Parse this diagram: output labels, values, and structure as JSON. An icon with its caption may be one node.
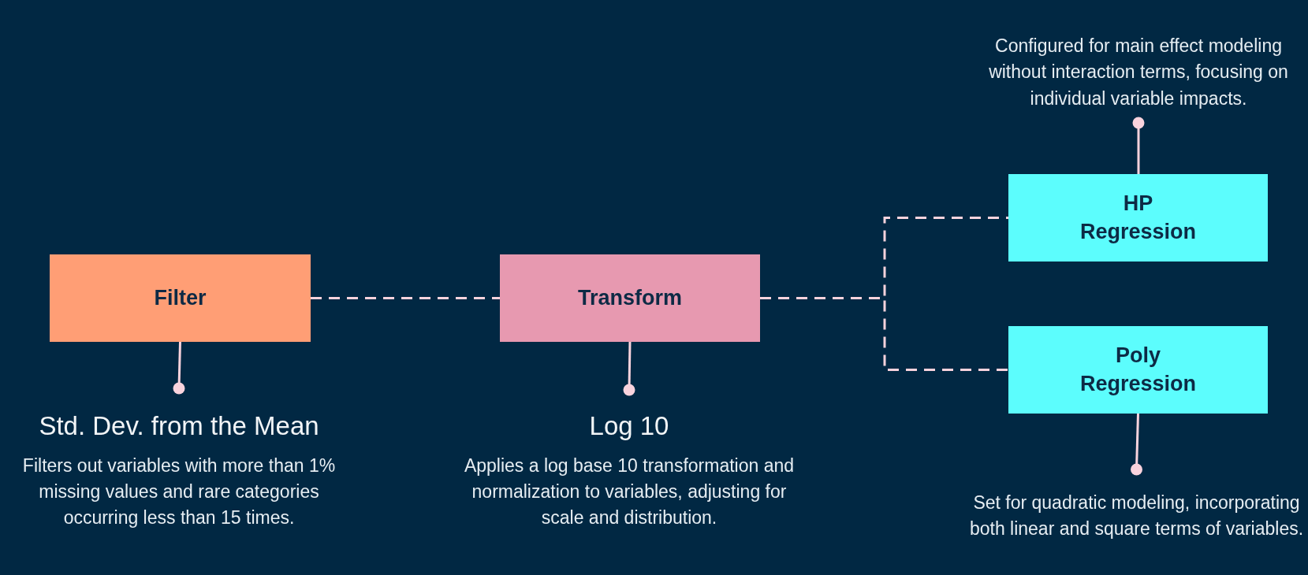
{
  "diagram": {
    "nodes": [
      {
        "text": [
          "Filter"
        ]
      },
      {
        "text": [
          "Transform"
        ]
      },
      {
        "text": [
          "HP Regression"
        ]
      },
      {
        "text": [
          "Poly Regression"
        ]
      },
      {
        "text": [
          "Std. Dev. from the Mean",
          "Filters out variables with more than 1% missing values and rare categories occurring less than 15 times."
        ]
      },
      {
        "text": [
          "Log 10",
          "Applies a log base 10 transformation and normalization to variables, adjusting for scale and distribution."
        ]
      },
      {
        "text": [
          "Configured for main effect modeling without interaction terms, focusing on individual variable impacts."
        ]
      },
      {
        "text": [
          "Set for quadratic modeling, incorporating both linear and square terms of variables."
        ]
      }
    ],
    "edges": [
      {
        "from": 0,
        "to": 1,
        "arrow": "none",
        "style": "dashed"
      },
      {
        "from": 1,
        "to": 2,
        "arrow": "none",
        "style": "dashed"
      },
      {
        "from": 1,
        "to": 3,
        "arrow": "none",
        "style": "dashed"
      },
      {
        "from": 0,
        "to": 4,
        "arrow": "other"
      },
      {
        "from": 1,
        "to": 5,
        "arrow": "other"
      },
      {
        "from": 2,
        "to": 6,
        "arrow": "other"
      },
      {
        "from": 3,
        "to": 7,
        "arrow": "other"
      }
    ]
  }
}
